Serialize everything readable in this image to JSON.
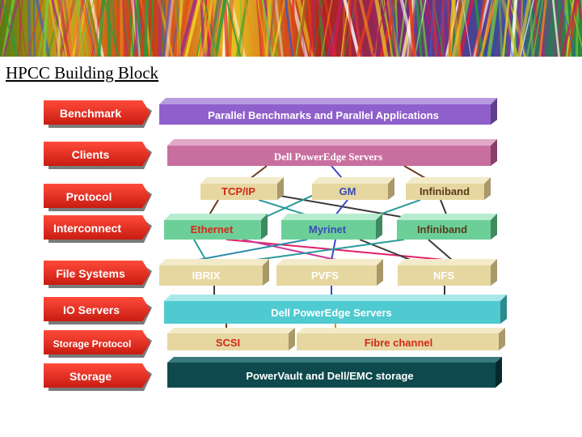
{
  "title": "HPCC Building Block",
  "colors": {
    "layer_label": "#e8251b",
    "benchmark_bar": "#8f5fcb",
    "client_servers": "#c86f9f",
    "protocol": "#e6d7a0",
    "interconnect": "#6ccf98",
    "filesystem": "#e6d7a0",
    "io_servers": "#4fcad0",
    "storage_protocol": "#e6d7a0",
    "storage": "#0e4a4d"
  },
  "layers": [
    "Benchmark",
    "Clients",
    "Protocol",
    "Interconnect",
    "File Systems",
    "IO Servers",
    "Storage Protocol",
    "Storage"
  ],
  "boxes": {
    "benchmarks": "Parallel Benchmarks and Parallel Applications",
    "client_servers": "Dell PowerEdge Servers",
    "tcpip": "TCP/IP",
    "gm": "GM",
    "infiniband_protocol": "Infiniband",
    "ethernet": "Ethernet",
    "myrinet": "Myrinet",
    "infiniband_interconnect": "Infiniband",
    "ibrix": "IBRIX",
    "pvfs": "PVFS",
    "nfs": "NFS",
    "io_servers": "Dell PowerEdge Servers",
    "scsi": "SCSI",
    "fibre_channel": "Fibre channel",
    "storage": "PowerVault and Dell/EMC storage"
  }
}
